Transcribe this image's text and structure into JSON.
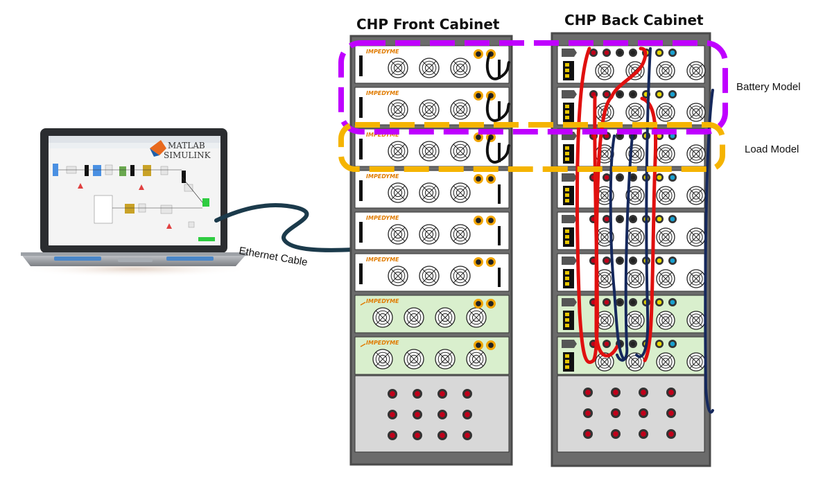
{
  "front_cabinet": {
    "title": "CHP Front Cabinet",
    "unit_brand": "IMPEDYME",
    "units": [
      {
        "fans": 3,
        "panel": "white"
      },
      {
        "fans": 3,
        "panel": "white"
      },
      {
        "fans": 3,
        "panel": "white"
      },
      {
        "fans": 3,
        "panel": "white"
      },
      {
        "fans": 3,
        "panel": "white"
      },
      {
        "fans": 3,
        "panel": "white"
      },
      {
        "fans": 4,
        "panel": "green"
      },
      {
        "fans": 4,
        "panel": "green"
      }
    ],
    "terminal_rows": 3,
    "terminal_cols": 4
  },
  "back_cabinet": {
    "title": "CHP Back Cabinet",
    "units": [
      {
        "panel": "white"
      },
      {
        "panel": "white"
      },
      {
        "panel": "white"
      },
      {
        "panel": "white"
      },
      {
        "panel": "white"
      },
      {
        "panel": "white"
      },
      {
        "panel": "green"
      },
      {
        "panel": "green"
      }
    ],
    "terminal_rows": 3,
    "terminal_cols": 4
  },
  "regions": {
    "battery": {
      "label": "Battery Model",
      "color": "#bf00ff"
    },
    "load": {
      "label": "Load Model",
      "color": "#f5b400"
    }
  },
  "connection": {
    "label": "Ethernet Cable",
    "color": "#1b3a4b"
  },
  "laptop": {
    "logo_line1": "MATLAB",
    "logo_line2": "SIMULINK"
  },
  "colors": {
    "cabinet_frame": "#4a4a4a",
    "cabinet_bg": "#6b6b6b",
    "unit_white": "#ffffff",
    "unit_green": "#d9efcd",
    "terminal_red": "#c0001a",
    "cable_red": "#e0100f",
    "cable_navy": "#15285c",
    "cable_black": "#111111"
  }
}
